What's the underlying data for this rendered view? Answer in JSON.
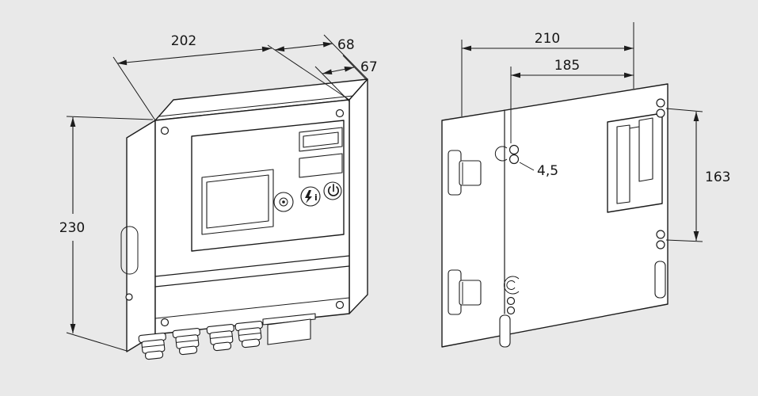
{
  "colors": {
    "background": "#e9e9e9",
    "line": "#1c1c1c",
    "surface": "#ffffff"
  },
  "front_view": {
    "dim_width": "202",
    "dim_depth_upper": "68",
    "dim_depth_lower": "67",
    "dim_height": "230",
    "info_button_letter": "i"
  },
  "back_view": {
    "dim_width": "210",
    "dim_hole_spacing_horizontal": "185",
    "dim_hole_spacing_vertical": "163",
    "dim_hole_diameter": "4,5"
  }
}
